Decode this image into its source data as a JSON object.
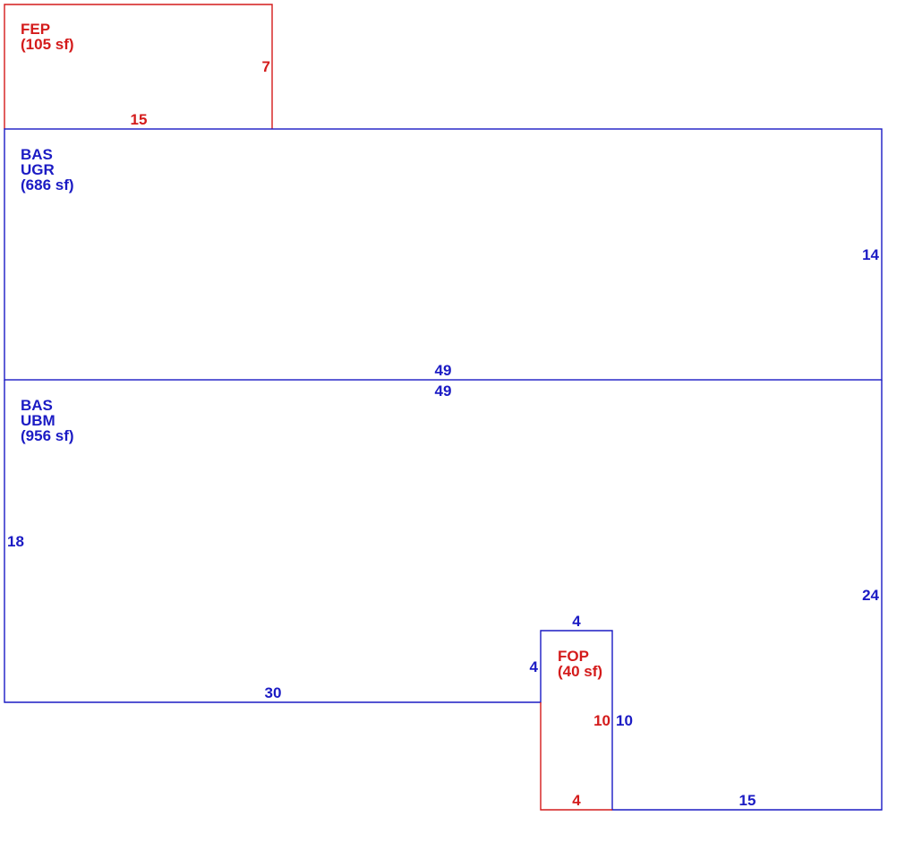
{
  "colors": {
    "blue": "#1b1bc4",
    "red": "#d41b1b"
  },
  "areas": {
    "fep": {
      "code": "FEP",
      "area": "(105 sf)"
    },
    "bas_ugr": {
      "code1": "BAS",
      "code2": "UGR",
      "area": "(686 sf)"
    },
    "bas_ubm": {
      "code1": "BAS",
      "code2": "UBM",
      "area": "(956 sf)"
    },
    "fop": {
      "code": "FOP",
      "area": "(40 sf)"
    }
  },
  "dimensions": {
    "fep_right": "7",
    "fep_bottom": "15",
    "ugr_right": "14",
    "ugr_bottom": "49",
    "ubm_top": "49",
    "ubm_left": "18",
    "ubm_right": "24",
    "ubm_bottom_left": "30",
    "ubm_bottom_right": "15",
    "notch_top": "4",
    "notch_left": "4",
    "notch_right": "10",
    "fop_right": "10",
    "fop_bottom": "4"
  }
}
